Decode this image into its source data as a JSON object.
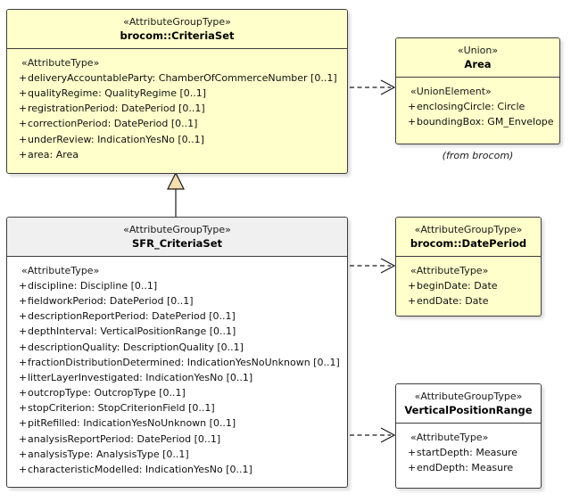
{
  "diagram": {
    "title": "UML Class Diagram",
    "background": "#ffffff",
    "colors": {
      "box_fill_yellow": "#ffffcb",
      "box_fill_white": "#ffffff",
      "header_grey": "#f0f0f0",
      "border": "#3d3d3d",
      "generalization_fill": "#f5dfb0",
      "connector": "#1a1a1a"
    },
    "notes": [
      {
        "name": "from-brocom-note",
        "text": "(from brocom)"
      }
    ],
    "classes": [
      {
        "id": "brocom-criteriaset",
        "stereotype": "«AttributeGroupType»",
        "name": "brocom::CriteriaSet",
        "fill": "yellow",
        "header_fill": "yellow",
        "compartment_stereotype": "«AttributeType»",
        "attributes": [
          {
            "visibility": "+",
            "text": "deliveryAccountableParty: ChamberOfCommerceNumber [0..1]"
          },
          {
            "visibility": "+",
            "text": "qualityRegime: QualityRegime [0..1]"
          },
          {
            "visibility": "+",
            "text": "registrationPeriod: DatePeriod [0..1]"
          },
          {
            "visibility": "+",
            "text": "correctionPeriod: DatePeriod [0..1]"
          },
          {
            "visibility": "+",
            "text": "underReview: IndicationYesNo [0..1]"
          },
          {
            "visibility": "+",
            "text": "area: Area"
          }
        ]
      },
      {
        "id": "area",
        "stereotype": "«Union»",
        "name": "Area",
        "fill": "yellow",
        "header_fill": "yellow",
        "compartment_stereotype": "«UnionElement»",
        "attributes": [
          {
            "visibility": "+",
            "text": "enclosingCircle: Circle"
          },
          {
            "visibility": "+",
            "text": "boundingBox: GM_Envelope"
          }
        ]
      },
      {
        "id": "sfr-criteriaset",
        "stereotype": "«AttributeGroupType»",
        "name": "SFR_CriteriaSet",
        "fill": "white",
        "header_fill": "grey",
        "compartment_stereotype": "«AttributeType»",
        "attributes": [
          {
            "visibility": "+",
            "text": "discipline: Discipline [0..1]"
          },
          {
            "visibility": "+",
            "text": "fieldworkPeriod: DatePeriod [0..1]"
          },
          {
            "visibility": "+",
            "text": "descriptionReportPeriod: DatePeriod [0..1]"
          },
          {
            "visibility": "+",
            "text": "depthInterval: VerticalPositionRange [0..1]"
          },
          {
            "visibility": "+",
            "text": "descriptionQuality: DescriptionQuality [0..1]"
          },
          {
            "visibility": "+",
            "text": "fractionDistributionDetermined: IndicationYesNoUnknown [0..1]"
          },
          {
            "visibility": "+",
            "text": "litterLayerInvestigated: IndicationYesNo [0..1]"
          },
          {
            "visibility": "+",
            "text": "outcropType: OutcropType [0..1]"
          },
          {
            "visibility": "+",
            "text": "stopCriterion: StopCriterionField [0..1]"
          },
          {
            "visibility": "+",
            "text": "pitRefilled: IndicationYesNoUnknown [0..1]"
          },
          {
            "visibility": "+",
            "text": "analysisReportPeriod: DatePeriod [0..1]"
          },
          {
            "visibility": "+",
            "text": "analysisType: AnalysisType [0..1]"
          },
          {
            "visibility": "+",
            "text": "characteristicModelled: IndicationYesNo [0..1]"
          }
        ]
      },
      {
        "id": "brocom-dateperiod",
        "stereotype": "«AttributeGroupType»",
        "name": "brocom::DatePeriod",
        "fill": "yellow",
        "header_fill": "yellow",
        "compartment_stereotype": "«AttributeType»",
        "attributes": [
          {
            "visibility": "+",
            "text": "beginDate: Date"
          },
          {
            "visibility": "+",
            "text": "endDate: Date"
          }
        ]
      },
      {
        "id": "verticalpositionrange",
        "stereotype": "«AttributeGroupType»",
        "name": "VerticalPositionRange",
        "fill": "white",
        "header_fill": "white",
        "compartment_stereotype": "«AttributeType»",
        "attributes": [
          {
            "visibility": "+",
            "text": "startDepth: Measure"
          },
          {
            "visibility": "+",
            "text": "endDepth: Measure"
          }
        ]
      }
    ],
    "connectors": [
      {
        "id": "gen-sfr-to-criteriaset",
        "type": "generalization",
        "from": "sfr-criteriaset",
        "to": "brocom-criteriaset"
      },
      {
        "id": "dep-criteriaset-to-area",
        "type": "dependency",
        "from": "brocom-criteriaset",
        "to": "area"
      },
      {
        "id": "dep-sfr-to-dateperiod",
        "type": "dependency",
        "from": "sfr-criteriaset",
        "to": "brocom-dateperiod"
      },
      {
        "id": "dep-sfr-to-verticalpositionrange",
        "type": "dependency",
        "from": "sfr-criteriaset",
        "to": "verticalpositionrange"
      }
    ]
  }
}
